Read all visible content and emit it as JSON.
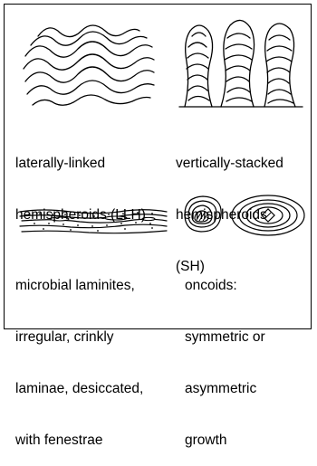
{
  "panels": [
    {
      "id": "llh",
      "caption_lines": [
        "laterally-linked",
        "hemispheroids (LLH)"
      ]
    },
    {
      "id": "sh",
      "caption_lines": [
        "vertically-stacked",
        "hemispheroids",
        "(SH)"
      ]
    },
    {
      "id": "laminites",
      "caption_lines": [
        "microbial laminites,",
        "irregular, crinkly",
        "laminae, desiccated,",
        "with fenestrae"
      ]
    },
    {
      "id": "oncoids",
      "caption_lines": [
        "oncoids:",
        "symmetric or",
        "asymmetric",
        "growth"
      ]
    }
  ],
  "colors": {
    "ink": "#000000",
    "background": "#ffffff"
  }
}
